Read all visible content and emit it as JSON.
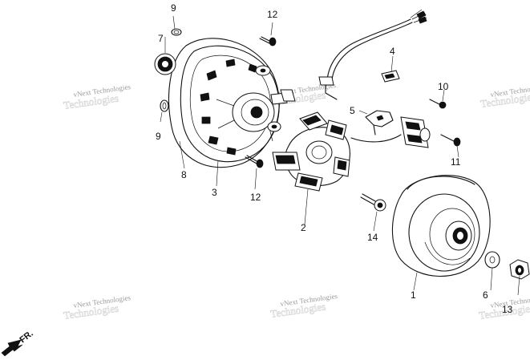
{
  "callouts": {
    "c9_top": "9",
    "c12_top": "12",
    "c7": "7",
    "c4": "4",
    "c10": "10",
    "c5": "5",
    "c9_left": "9",
    "c11": "11",
    "c8": "8",
    "c3": "3",
    "c12_bottom": "12",
    "c2": "2",
    "c14": "14",
    "c1": "1",
    "c6": "6",
    "c13": "13"
  },
  "watermark": {
    "text": "vNext Technologies",
    "ghost": "Technologies"
  },
  "direction": {
    "label": "FR.",
    "icon": "front-direction-arrow-icon"
  }
}
